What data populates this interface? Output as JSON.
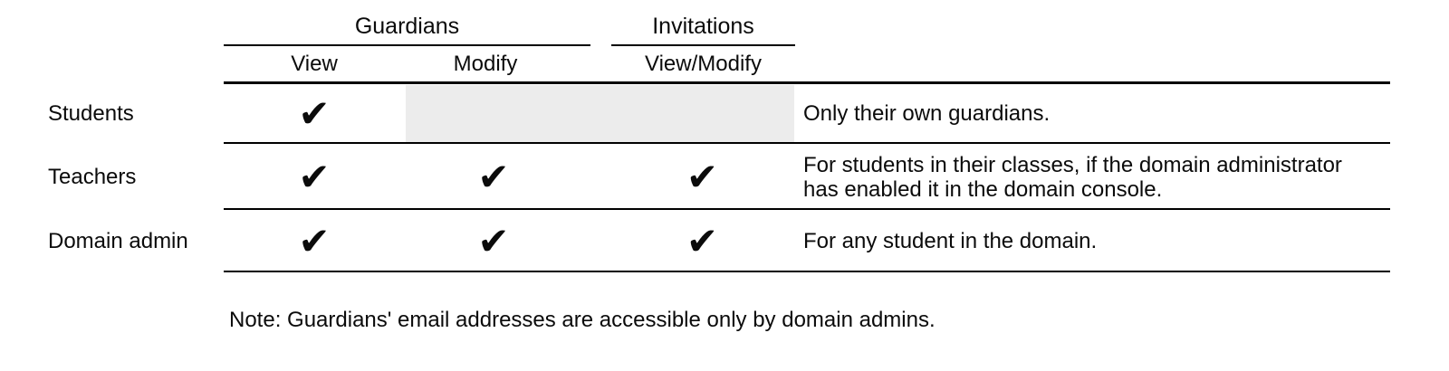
{
  "table": {
    "column_groups": [
      {
        "label": "Guardians",
        "spans": [
          "View",
          "Modify"
        ]
      },
      {
        "label": "Invitations",
        "spans": [
          "View/Modify"
        ]
      }
    ],
    "columns": [
      {
        "label": "View"
      },
      {
        "label": "Modify"
      },
      {
        "label": "View/Modify"
      }
    ],
    "rows": [
      {
        "label": "Students",
        "view": "✔",
        "modify": "",
        "invitations": "",
        "blocked_columns": "Modify, View/Modify",
        "note": "Only their own guardians."
      },
      {
        "label": "Teachers",
        "view": "✔",
        "modify": "✔",
        "invitations": "✔",
        "blocked_columns": "",
        "note": "For students in their classes, if the domain administrator has enabled it in the domain console."
      },
      {
        "label": "Domain admin",
        "view": "✔",
        "modify": "✔",
        "invitations": "✔",
        "blocked_columns": "",
        "note": "For any student in the domain."
      }
    ],
    "footnote": "Note: Guardians' email addresses are accessible only by domain admins."
  },
  "icons": {
    "check": "✔"
  },
  "colors": {
    "text": "#0b0b0b",
    "rule": "#000000",
    "blocked_cell": "#ececec",
    "background": "#ffffff"
  }
}
